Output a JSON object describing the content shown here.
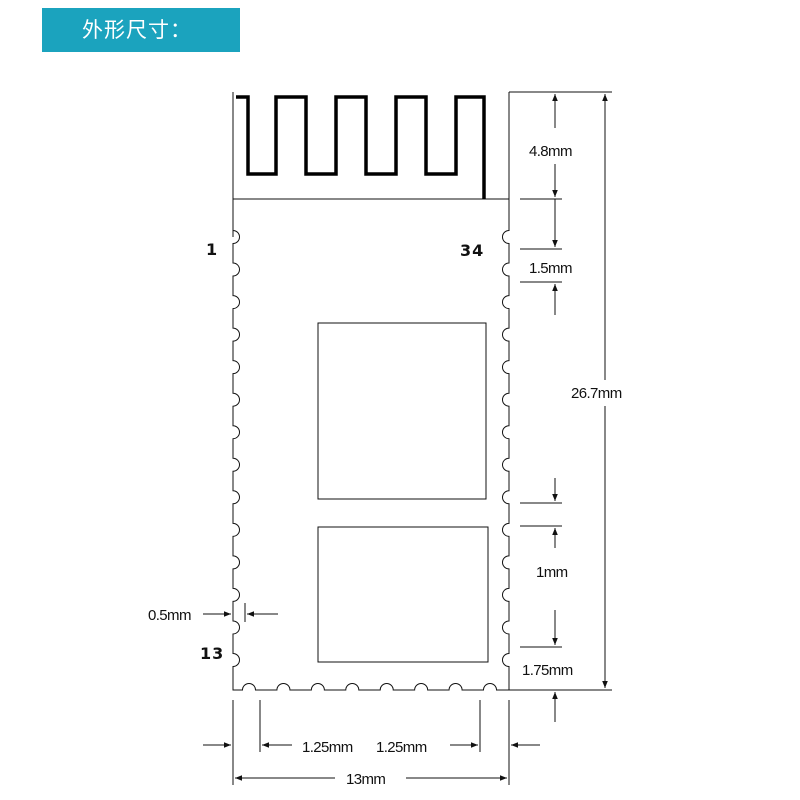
{
  "header": {
    "title": "外形尺寸："
  },
  "pins": {
    "first": "1",
    "last": "34",
    "corner": "13"
  },
  "dimensions": {
    "antenna_height": "4.8mm",
    "pin_pitch": "1.5mm",
    "total_height": "26.7mm",
    "pad_gap": "1mm",
    "bottom_margin": "1.75mm",
    "pad_depth": "0.5mm",
    "left_margin": "1.25mm",
    "right_margin": "1.25mm",
    "total_width": "13mm"
  }
}
